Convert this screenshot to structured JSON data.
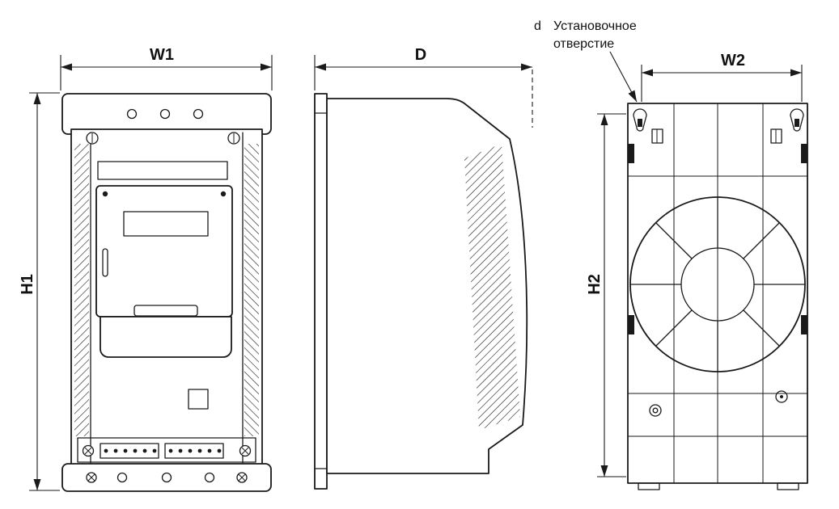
{
  "drawing": {
    "dimensions": {
      "w1": "W1",
      "h1": "H1",
      "d": "D",
      "w2": "W2",
      "h2": "H2"
    },
    "annotation": {
      "hole_symbol": "d",
      "line1": "Установочное",
      "line2": "отверстие"
    },
    "colors": {
      "line": "#1a1a1a",
      "background": "#ffffff"
    }
  }
}
